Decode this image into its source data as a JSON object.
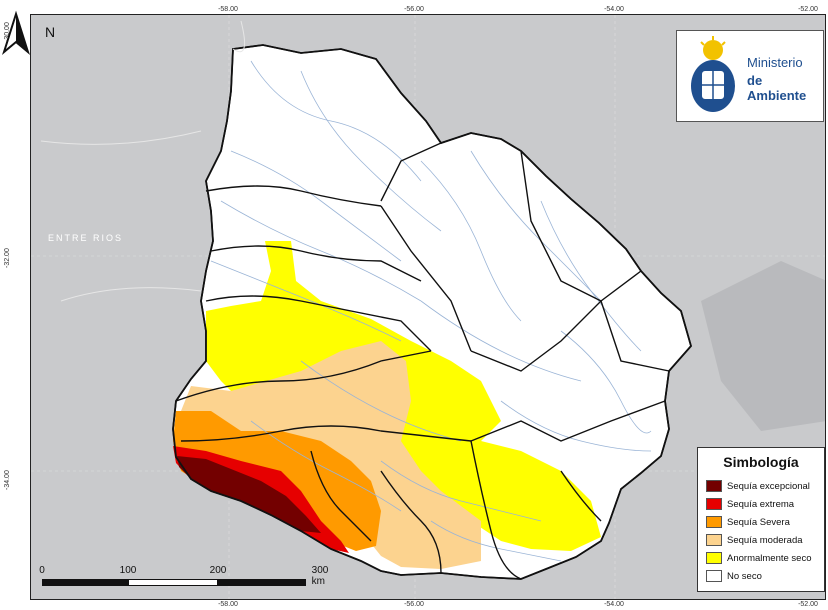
{
  "axes": {
    "lon_ticks": [
      "-58.00",
      "-56.00",
      "-54.00",
      "-52.00"
    ],
    "lat_ticks": [
      "-30.00",
      "-32.00",
      "-34.00"
    ]
  },
  "map": {
    "region_label": "ENTRE RIOS",
    "north_label": "N"
  },
  "logo": {
    "line1": "Ministerio",
    "line2": "de Ambiente"
  },
  "legend": {
    "title": "Simbología",
    "items": [
      {
        "label": "Sequía excepcional",
        "color": "#730000"
      },
      {
        "label": "Sequía extrema",
        "color": "#e60000"
      },
      {
        "label": "Sequía Severa",
        "color": "#ff9a00"
      },
      {
        "label": "Sequía moderada",
        "color": "#fcd38f"
      },
      {
        "label": "Anormalmente seco",
        "color": "#ffff00"
      },
      {
        "label": "No seco",
        "color": "#ffffff"
      }
    ]
  },
  "scale_bar": {
    "labels": [
      "0",
      "100",
      "200",
      "300 km"
    ]
  },
  "colors": {
    "water": "#c9cacc",
    "land": "#ffffff",
    "river": "#9ab4d6",
    "border": "#111111",
    "brand": "#1f4f8f"
  }
}
